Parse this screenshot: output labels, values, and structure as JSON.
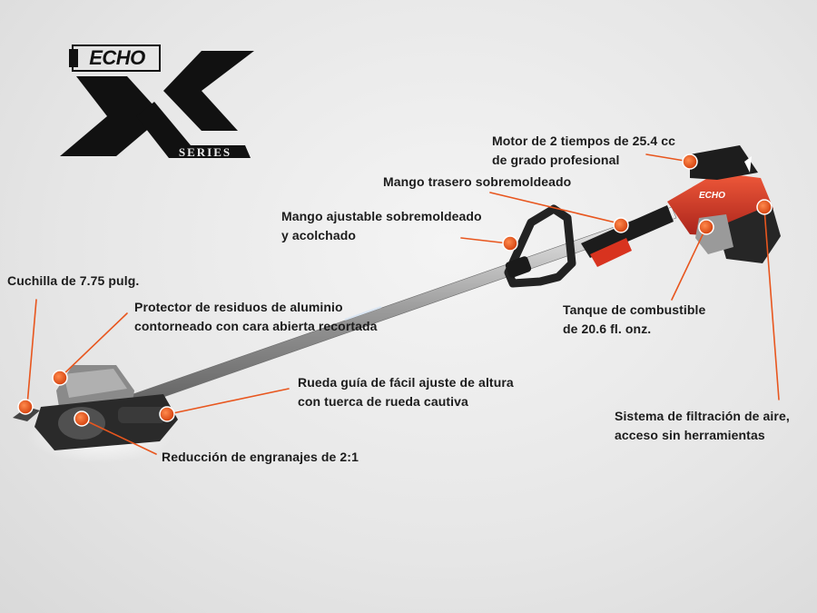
{
  "logo": {
    "brand": "ECHO",
    "series_letter": "X",
    "series_word": "SERIES"
  },
  "callouts": [
    {
      "id": "engine",
      "text": "Motor de 2 tiempos de 25.4 cc\nde grado profesional"
    },
    {
      "id": "rear-handle",
      "text": "Mango trasero sobremoldeado"
    },
    {
      "id": "front-handle",
      "text": "Mango ajustable sobremoldeado\n y acolchado"
    },
    {
      "id": "blade",
      "text": "Cuchilla de 7.75 pulg."
    },
    {
      "id": "debris-shield",
      "text": "Protector de residuos de aluminio\ncontorneado con cara abierta recortada"
    },
    {
      "id": "guide-wheel",
      "text": "Rueda guía de fácil ajuste de altura\ncon tuerca de rueda cautiva"
    },
    {
      "id": "gear-reduction",
      "text": "Reducción de engranajes de 2:1"
    },
    {
      "id": "fuel-tank",
      "text": "Tanque de combustible\nde 20.6 fl. onz."
    },
    {
      "id": "air-filter",
      "text": "Sistema de filtración de aire,\nacceso sin herramientas"
    }
  ],
  "colors": {
    "accent": "#e8561e",
    "engine_red": "#d8331f",
    "logo_black": "#111111",
    "text": "#1c1c1c"
  }
}
